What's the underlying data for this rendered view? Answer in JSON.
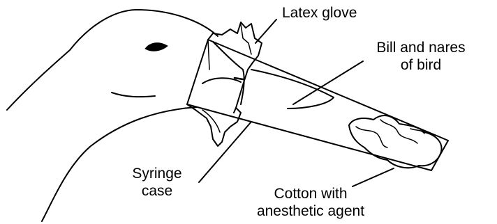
{
  "labels": {
    "latex_glove": "Latex glove",
    "bill_and_nares": [
      "Bill and nares",
      "of bird"
    ],
    "syringe_case": [
      "Syringe",
      "case"
    ],
    "cotton": [
      "Cotton with",
      "anesthetic agent"
    ]
  },
  "colors": {
    "stroke": "#000000",
    "background": "#ffffff"
  }
}
